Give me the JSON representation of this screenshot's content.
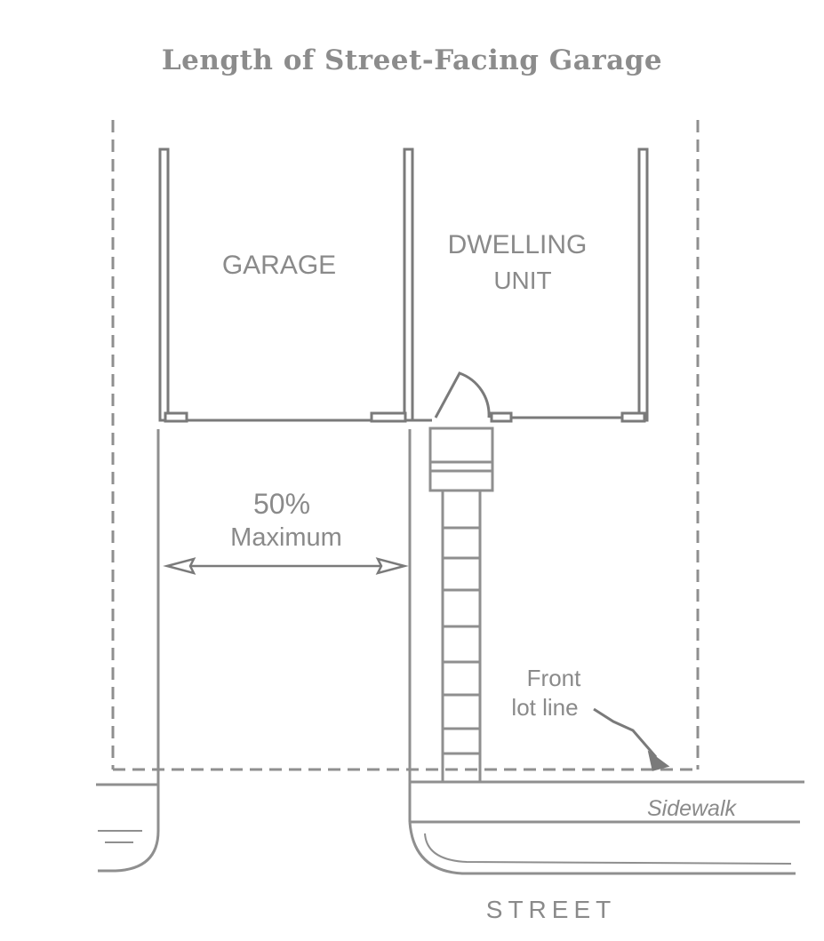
{
  "title": "Length of Street-Facing Garage",
  "labels": {
    "garage": "GARAGE",
    "dwelling_line1": "DWELLING",
    "dwelling_line2": "UNIT",
    "percent": "50%",
    "maximum": "Maximum",
    "front_line1": "Front",
    "front_line2": "lot line",
    "sidewalk": "Sidewalk",
    "street": "STREET"
  },
  "colors": {
    "line": "#8f8f8f",
    "wall": "#7a7a7a",
    "text": "#8a8a8a",
    "dash": "#8f8f8f"
  }
}
